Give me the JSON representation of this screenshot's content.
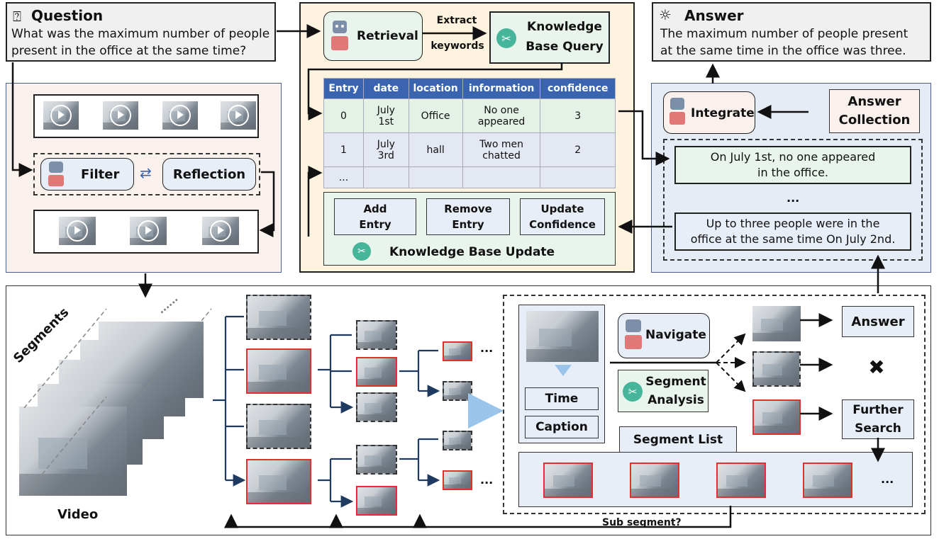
{
  "question": {
    "title": "Question",
    "text_line1": "What was the maximum number of people",
    "text_line2": "present in the office at the same time?"
  },
  "answer": {
    "title": "Answer",
    "text_line1": "The maximum number of people present",
    "text_line2": "at the same time in the office was three."
  },
  "retrieval": {
    "retrieval_label": "Retrieval",
    "extract_line1": "Extract",
    "extract_line2": "keywords",
    "kbq_line1": "Knowledge",
    "kbq_line2": "Base Query"
  },
  "table": {
    "headers": [
      "Entry",
      "date",
      "location",
      "information",
      "confidence"
    ],
    "rows": [
      [
        "0",
        "July 1st",
        "Office",
        "No one appeared",
        "3"
      ],
      [
        "1",
        "July 3rd",
        "hall",
        "Two men chatted",
        "2"
      ],
      [
        "...",
        "",
        "",
        "",
        ""
      ]
    ]
  },
  "kb_update": {
    "add_line1": "Add",
    "add_line2": "Entry",
    "remove_line1": "Remove",
    "remove_line2": "Entry",
    "update_line1": "Update",
    "update_line2": "Confidence",
    "title": "Knowledge Base Update"
  },
  "filter_panel": {
    "filter_label": "Filter",
    "reflection_label": "Reflection"
  },
  "integrate_panel": {
    "integrate_label": "Integrate",
    "collection_line1": "Answer",
    "collection_line2": "Collection",
    "item1_line1": "On July 1st, no one appeared",
    "item1_line2": "in the office.",
    "ellipsis": "...",
    "item2_line1": "Up to three people were in the",
    "item2_line2": "office at the same time On July 2nd."
  },
  "video_panel": {
    "segments_label": "Segments",
    "video_label": "Video",
    "dots": "......",
    "ellipsis_1": "...",
    "ellipsis_2": "...",
    "time_label": "Time",
    "caption_label": "Caption",
    "navigate_label": "Navigate",
    "segment_analysis_line1": "Segment",
    "segment_analysis_line2": "Analysis",
    "answer_label": "Answer",
    "reject_mark": "✖",
    "further_line1": "Further",
    "further_line2": "Search",
    "segment_list_label": "Segment List",
    "list_ellipsis": "...",
    "sub_segment_label": "Sub segment?"
  },
  "colors": {
    "question_bg": "#f0f0f0",
    "retrieval_panel_bg": "#fdf3df",
    "filter_panel_bg": "#fbf1ec",
    "integrate_panel_bg": "#e5ecf5",
    "green_box": "#e8f4ec",
    "blue_box": "#e8eef8",
    "table_header": "#3a64b0",
    "row_green": "#e3f1e6",
    "row_blue": "#e4e8f3",
    "arrow_navy": "#1f3a60",
    "highlight_red": "#e03030"
  }
}
